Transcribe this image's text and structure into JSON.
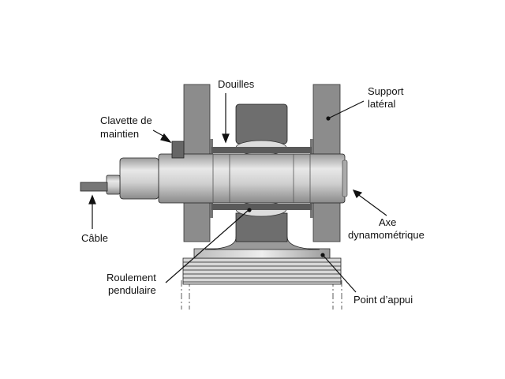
{
  "labels": {
    "douilles": "Douilles",
    "support_1": "Support",
    "support_2": "latéral",
    "clavette_1": "Clavette de",
    "clavette_2": "maintien",
    "cable": "Câble",
    "axe_1": "Axe",
    "axe_2": "dynamométrique",
    "roulement_1": "Roulement",
    "roulement_2": "pendulaire",
    "point": "Point d’appui"
  },
  "colors": {
    "plate": "#8c8c8c",
    "block": "#6e6e6e",
    "shaft": "#c8c8c8",
    "dark": "#4a4a4a"
  }
}
